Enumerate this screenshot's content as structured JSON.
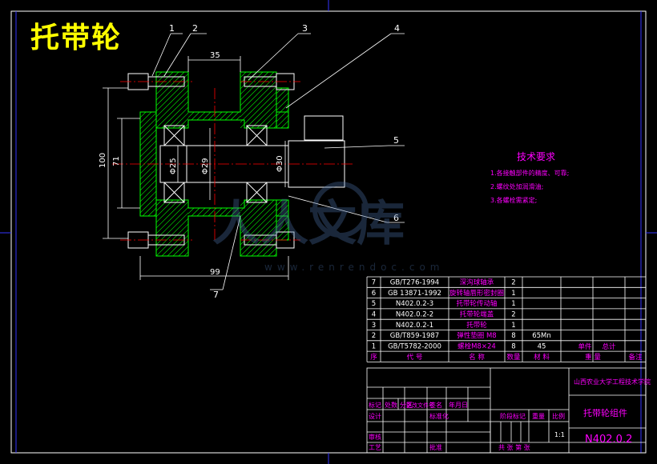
{
  "drawing_title": "托带轮",
  "part_labels": [
    "1",
    "2",
    "3",
    "4",
    "5",
    "6",
    "7"
  ],
  "dimensions": {
    "d35": "35",
    "d99": "99",
    "d100": "100",
    "d71": "71",
    "phi25": "Φ25",
    "phi29": "Φ29",
    "phi30": "Φ30"
  },
  "tech_requirements": {
    "title": "技术要求",
    "items": [
      "1.各接触部件的精度、可靠;",
      "2.螺纹处加润滑油;",
      "3.各螺栓需紧定;"
    ]
  },
  "bom": {
    "rows": [
      {
        "no": "7",
        "code": "GB/T276-1994",
        "name": "深沟球轴承",
        "qty": "2",
        "material": "",
        "note": ""
      },
      {
        "no": "6",
        "code": "GB 13871-1992",
        "name": "旋转轴唇形密封圈",
        "qty": "1",
        "material": "",
        "note": ""
      },
      {
        "no": "5",
        "code": "N402.0.2-3",
        "name": "托带轮传动轴",
        "qty": "1",
        "material": "",
        "note": ""
      },
      {
        "no": "4",
        "code": "N402.0.2-2",
        "name": "托带轮端盖",
        "qty": "2",
        "material": "",
        "note": ""
      },
      {
        "no": "3",
        "code": "N402.0.2-1",
        "name": "托带轮",
        "qty": "1",
        "material": "",
        "note": ""
      },
      {
        "no": "2",
        "code": "GB/T859-1987",
        "name": "弹性垫圈 M8",
        "qty": "8",
        "material": "65Mn",
        "note": ""
      },
      {
        "no": "1",
        "code": "GB/T5782-2000",
        "name": "螺栓M8×24",
        "qty": "8",
        "material": "45",
        "note": ""
      }
    ],
    "header": {
      "no": "序",
      "code": "代 号",
      "name": "名 称",
      "qty": "数量",
      "material": "材 料",
      "single": "单件",
      "total": "总计",
      "weight": "重 量",
      "note": "备注"
    }
  },
  "title_block": {
    "school": "山西农业大学工程技术学院",
    "assembly_name": "托带轮组件",
    "drawing_no": "N402.0.2",
    "scale_label": "比例",
    "scale": "1:1",
    "stage_label": "阶段标记",
    "weight_label": "重量",
    "sheet_text": "共  张 第  张",
    "rev_headers": [
      "标记",
      "处数",
      "分区",
      "更改文件号",
      "签名",
      "年月日"
    ],
    "design_label": "设计",
    "std_label": "标准化",
    "review_label": "审核",
    "craft_label": "工艺",
    "approve_label": "批准"
  },
  "watermark": {
    "text": "人人文库",
    "url": "www.renrendoc.com"
  },
  "colors": {
    "section_line": "#00ff00",
    "bolt": "#ffffff",
    "frame": "#ffffff",
    "center_line": "#ff0000",
    "text_magenta": "#ff00ff",
    "title": "#ffff00",
    "border_blue": "#0000ff"
  }
}
